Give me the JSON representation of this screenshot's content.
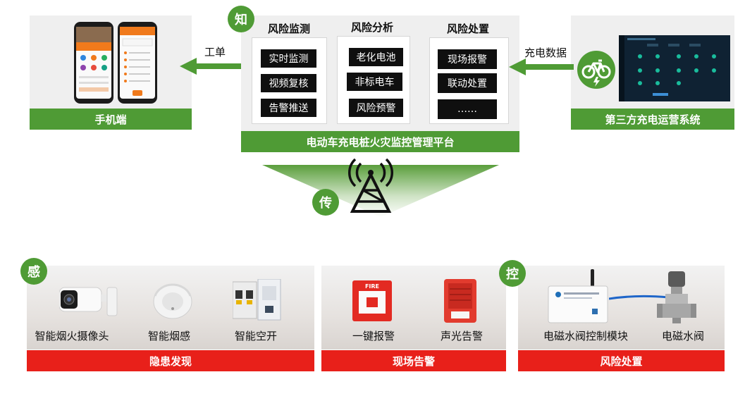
{
  "center": {
    "badge_top": "知",
    "columns": [
      {
        "title": "风险监测",
        "items": [
          "实时监测",
          "视频复核",
          "告警推送"
        ]
      },
      {
        "title": "风险分析",
        "items": [
          "老化电池",
          "非标电车",
          "风险预警"
        ]
      },
      {
        "title": "风险处置",
        "items": [
          "现场报警",
          "联动处置",
          "……"
        ]
      }
    ],
    "platform_title": "电动车充电桩火灾监控管理平台",
    "badge_transmit": "传"
  },
  "left": {
    "arrow_label": "工单",
    "title": "手机端"
  },
  "right": {
    "arrow_label": "充电数据",
    "title": "第三方充电运营系统"
  },
  "bottom": {
    "badge_sense": "感",
    "badge_control": "控",
    "groups": [
      {
        "title": "隐患发现",
        "devices": [
          "智能烟火摄像头",
          "智能烟感",
          "智能空开"
        ]
      },
      {
        "title": "现场告警",
        "devices": [
          "一键报警",
          "声光告警"
        ]
      },
      {
        "title": "风险处置",
        "devices": [
          "电磁水阀控制模块",
          "电磁水阀"
        ]
      }
    ]
  },
  "misc": {
    "fire_text": "FIRE"
  },
  "colors": {
    "green": "#4f9b35",
    "red": "#e8201a",
    "black": "#0f0f0f"
  }
}
